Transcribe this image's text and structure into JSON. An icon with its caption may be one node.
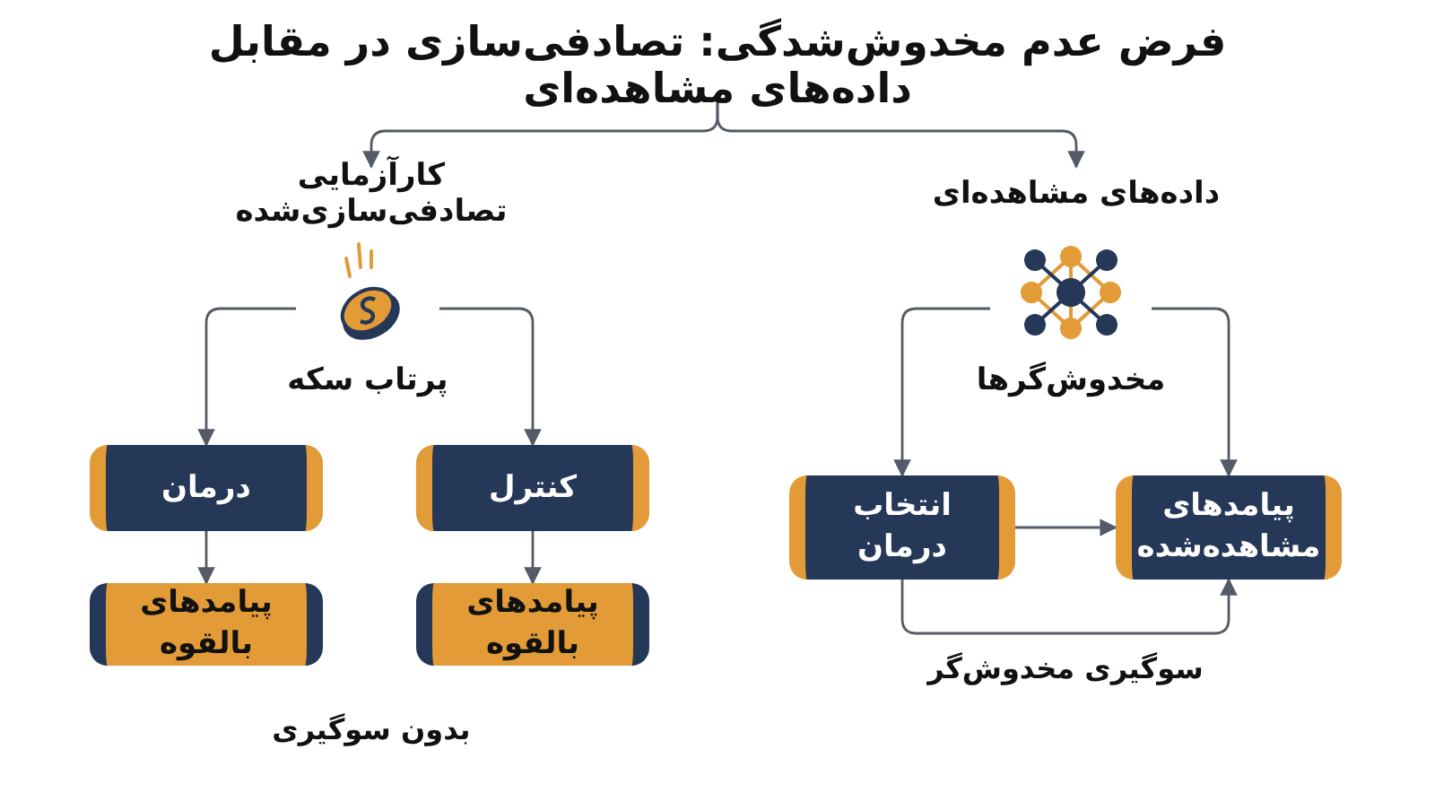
{
  "diagram": {
    "nodes": [
      {
        "text": [
          "فرض عدم مخدوش‌شدگی: تصادفی‌سازی در مقابل داده‌های مشاهده‌ای"
        ]
      },
      {
        "text": [
          "کارآزمایی تصادفی‌سازی‌شده"
        ]
      },
      {
        "text": [
          "داده‌های مشاهده‌ای"
        ]
      },
      {
        "text": [
          "پرتاب سکه"
        ]
      },
      {
        "text": [
          "درمان"
        ]
      },
      {
        "text": [
          "کنترل"
        ]
      },
      {
        "text": [
          "پیامدهای بالقوه"
        ]
      },
      {
        "text": [
          "پیامدهای بالقوه"
        ]
      },
      {
        "text": [
          "مخدوش‌گرها"
        ]
      },
      {
        "text": [
          "انتخاب درمان"
        ]
      },
      {
        "text": [
          "پیامدهای مشاهده‌شده"
        ]
      }
    ],
    "edges": [
      {
        "from": 0,
        "to": 1,
        "arrow": "to"
      },
      {
        "from": 0,
        "to": 2,
        "arrow": "to"
      },
      {
        "from": 3,
        "to": 4,
        "arrow": "to"
      },
      {
        "from": 3,
        "to": 5,
        "arrow": "to"
      },
      {
        "from": 4,
        "to": 6,
        "arrow": "to"
      },
      {
        "from": 5,
        "to": 7,
        "arrow": "to"
      },
      {
        "from": 8,
        "to": 9,
        "arrow": "to"
      },
      {
        "from": 8,
        "to": 10,
        "arrow": "to"
      },
      {
        "from": 9,
        "to": 10,
        "arrow": "to"
      },
      {
        "from": 9,
        "to": 10,
        "arrow": "to",
        "label": "سوگیری مخدوش‌گر"
      }
    ],
    "labels": [
      "بدون سوگیری"
    ]
  }
}
